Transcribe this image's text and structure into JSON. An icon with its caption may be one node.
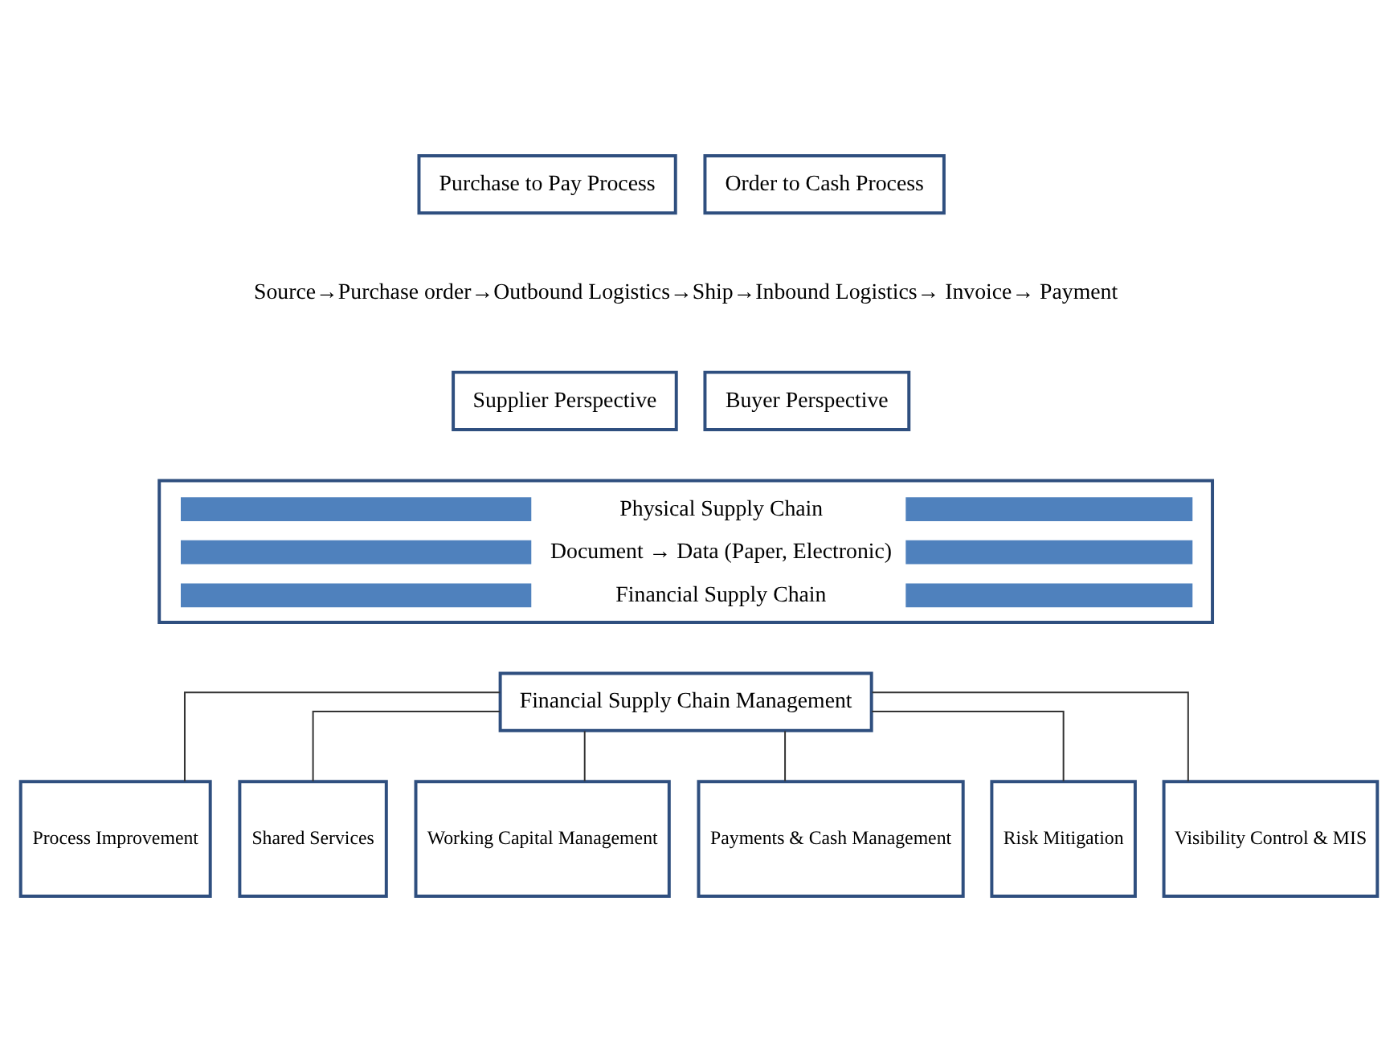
{
  "diagram": {
    "nodes": [
      {
        "text": [
          "Purchase to Pay Process"
        ]
      },
      {
        "text": [
          "Order to Cash Process"
        ]
      },
      {
        "text": [
          "Supplier Perspective"
        ]
      },
      {
        "text": [
          "Buyer Perspective"
        ]
      },
      {
        "text": [
          "Physical Supply Chain",
          "Document → Data (Paper, Electronic)",
          "Financial Supply Chain"
        ]
      },
      {
        "text": [
          "Financial Supply Chain Management"
        ]
      },
      {
        "text": [
          "Process Improvement"
        ]
      },
      {
        "text": [
          "Shared Services"
        ]
      },
      {
        "text": [
          "Working Capital Management"
        ]
      },
      {
        "text": [
          "Payments & Cash Management"
        ]
      },
      {
        "text": [
          "Risk Mitigation"
        ]
      },
      {
        "text": [
          "Visibility Control & MIS"
        ]
      }
    ],
    "edges": [
      {
        "from": 5,
        "to": 6,
        "arrow": "none"
      },
      {
        "from": 5,
        "to": 7,
        "arrow": "none"
      },
      {
        "from": 5,
        "to": 8,
        "arrow": "none"
      },
      {
        "from": 5,
        "to": 9,
        "arrow": "none"
      },
      {
        "from": 5,
        "to": 10,
        "arrow": "none"
      },
      {
        "from": 5,
        "to": 11,
        "arrow": "none"
      }
    ],
    "labels": [
      "Source→Purchase order→Outbound Logistics→Ship→Inbound Logistics→ Invoice→ Payment"
    ]
  }
}
